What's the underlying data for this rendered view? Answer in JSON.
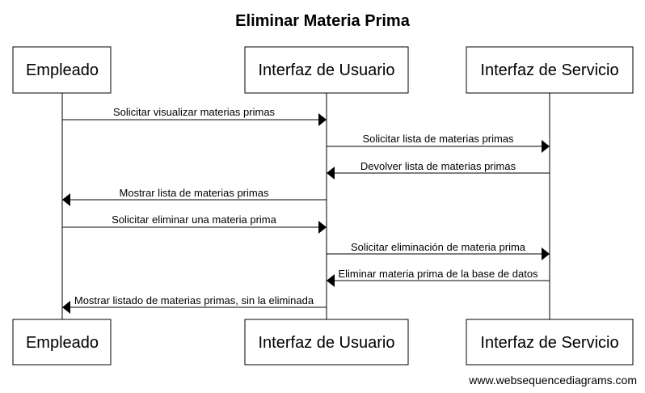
{
  "title": "Eliminar Materia Prima",
  "actors": [
    {
      "id": "empleado",
      "label": "Empleado"
    },
    {
      "id": "ui",
      "label": "Interfaz de Usuario"
    },
    {
      "id": "service",
      "label": "Interfaz de Servicio"
    }
  ],
  "messages": [
    {
      "from": 0,
      "to": 1,
      "label": "Solicitar visualizar materias primas"
    },
    {
      "from": 1,
      "to": 2,
      "label": "Solicitar lista de materias primas"
    },
    {
      "from": 2,
      "to": 1,
      "label": "Devolver lista de materias primas"
    },
    {
      "from": 1,
      "to": 0,
      "label": "Mostrar lista de materias primas"
    },
    {
      "from": 0,
      "to": 1,
      "label": "Solicitar eliminar una materia prima"
    },
    {
      "from": 1,
      "to": 2,
      "label": "Solicitar eliminación de materia prima"
    },
    {
      "from": 2,
      "to": 1,
      "label": "Eliminar materia prima de la base de datos"
    },
    {
      "from": 1,
      "to": 0,
      "label": "Mostrar listado de materias primas, sin la eliminada"
    }
  ],
  "footer": "www.websequencediagrams.com"
}
